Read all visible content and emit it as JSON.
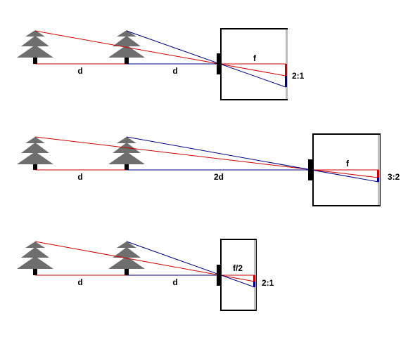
{
  "colors": {
    "tree": "#6e6e6e",
    "trunk": "#000000",
    "ray_red": "#cc0000",
    "ray_blue": "#000080",
    "lens": "#000000",
    "sensor": "#bdbdbd"
  },
  "scenes": [
    {
      "dist_labels": [
        "d",
        "d"
      ],
      "focal_label": "f",
      "ratio_label": "2:1"
    },
    {
      "dist_labels": [
        "d",
        "2d"
      ],
      "focal_label": "f",
      "ratio_label": "3:2"
    },
    {
      "dist_labels": [
        "d",
        "d"
      ],
      "focal_label": "f/2",
      "ratio_label": "2:1"
    }
  ]
}
